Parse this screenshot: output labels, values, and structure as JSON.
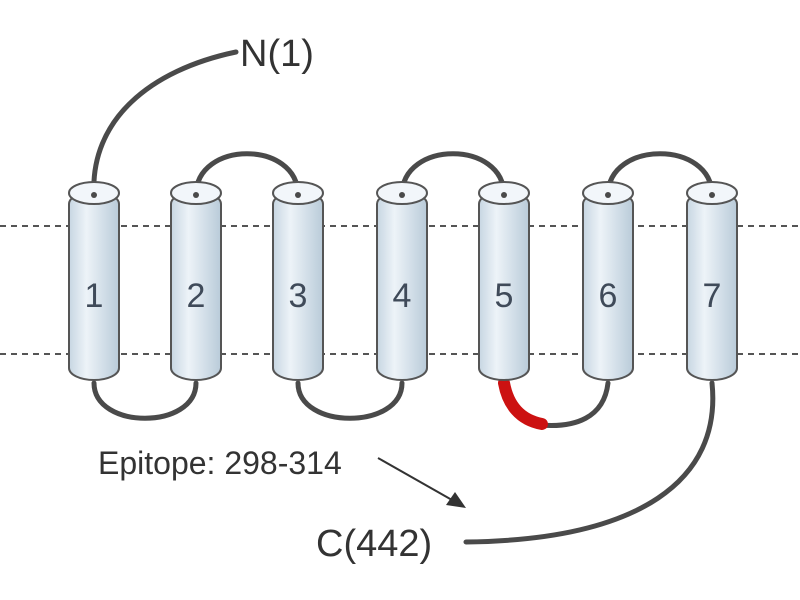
{
  "diagram": {
    "helices": [
      {
        "label": "1"
      },
      {
        "label": "2"
      },
      {
        "label": "3"
      },
      {
        "label": "4"
      },
      {
        "label": "5"
      },
      {
        "label": "6"
      },
      {
        "label": "7"
      }
    ],
    "n_terminus": "N(1)",
    "c_terminus": "C(442)",
    "epitope_label": "Epitope: 298-314",
    "colors": {
      "helix_fill": "#dfe9f1",
      "helix_stroke": "#555555",
      "loop": "#4a4a4a",
      "epitope": "#cc1111",
      "membrane_line": "#555555",
      "text": "#333333"
    }
  }
}
